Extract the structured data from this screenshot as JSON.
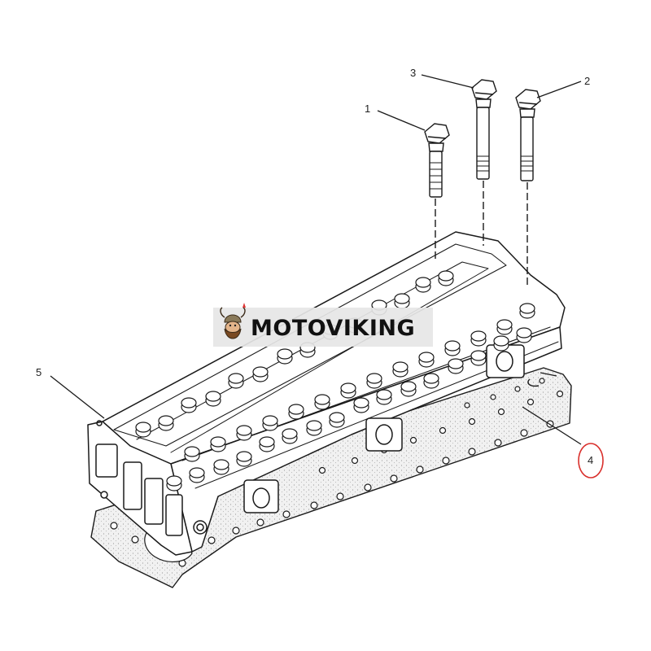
{
  "callouts": [
    {
      "id": "1",
      "label": "1",
      "highlighted": false
    },
    {
      "id": "2",
      "label": "2",
      "highlighted": false
    },
    {
      "id": "3",
      "label": "3",
      "highlighted": false
    },
    {
      "id": "4",
      "label": "4",
      "highlighted": true
    },
    {
      "id": "5",
      "label": "5",
      "highlighted": false
    }
  ],
  "watermark": {
    "text": "MOTOVIKING"
  },
  "colors": {
    "line": "#1a1a1a",
    "highlight": "#d9302c",
    "gasket_fill": "#eeeeee",
    "watermark_bg": "#e6e6e6"
  }
}
